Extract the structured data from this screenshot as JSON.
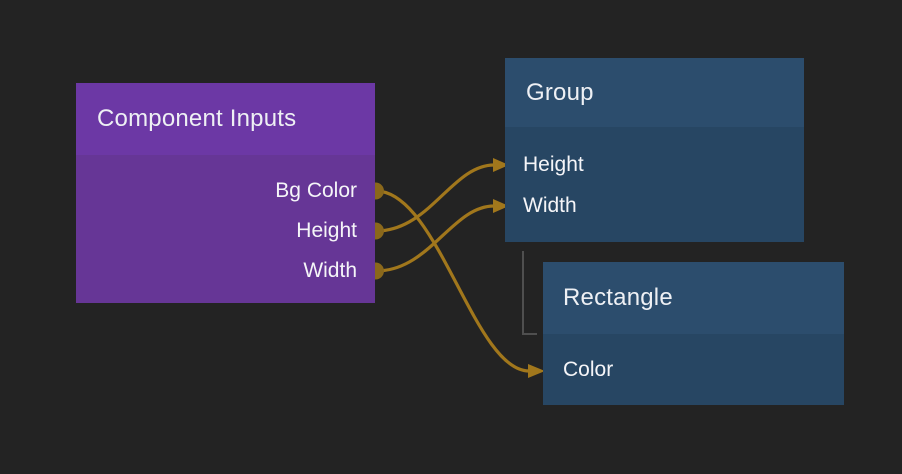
{
  "app": {
    "view": "node-graph-editor",
    "background_color": "#232323",
    "accent_wire_color": "#a1771c",
    "hierarchy_line_color": "#4f4f4f"
  },
  "nodes": [
    {
      "id": "component-inputs",
      "title": "Component Inputs",
      "header_color": "#6c38a5",
      "body_color": "#663696",
      "ports": [
        {
          "label": "Bg Color",
          "direction": "output"
        },
        {
          "label": "Height",
          "direction": "output"
        },
        {
          "label": "Width",
          "direction": "output"
        }
      ]
    },
    {
      "id": "group",
      "title": "Group",
      "header_color": "#2c4d6d",
      "body_color": "#274663",
      "ports": [
        {
          "label": "Height",
          "direction": "input"
        },
        {
          "label": "Width",
          "direction": "input"
        }
      ]
    },
    {
      "id": "rectangle",
      "title": "Rectangle",
      "header_color": "#2c4d6d",
      "body_color": "#274663",
      "ports": [
        {
          "label": "Color",
          "direction": "input"
        }
      ]
    }
  ],
  "connections": [
    {
      "from": "Component Inputs.Bg Color",
      "to": "Rectangle.Color"
    },
    {
      "from": "Component Inputs.Height",
      "to": "Group.Height"
    },
    {
      "from": "Component Inputs.Width",
      "to": "Group.Width"
    }
  ],
  "hierarchy": [
    {
      "parent": "Group",
      "child": "Rectangle"
    }
  ]
}
